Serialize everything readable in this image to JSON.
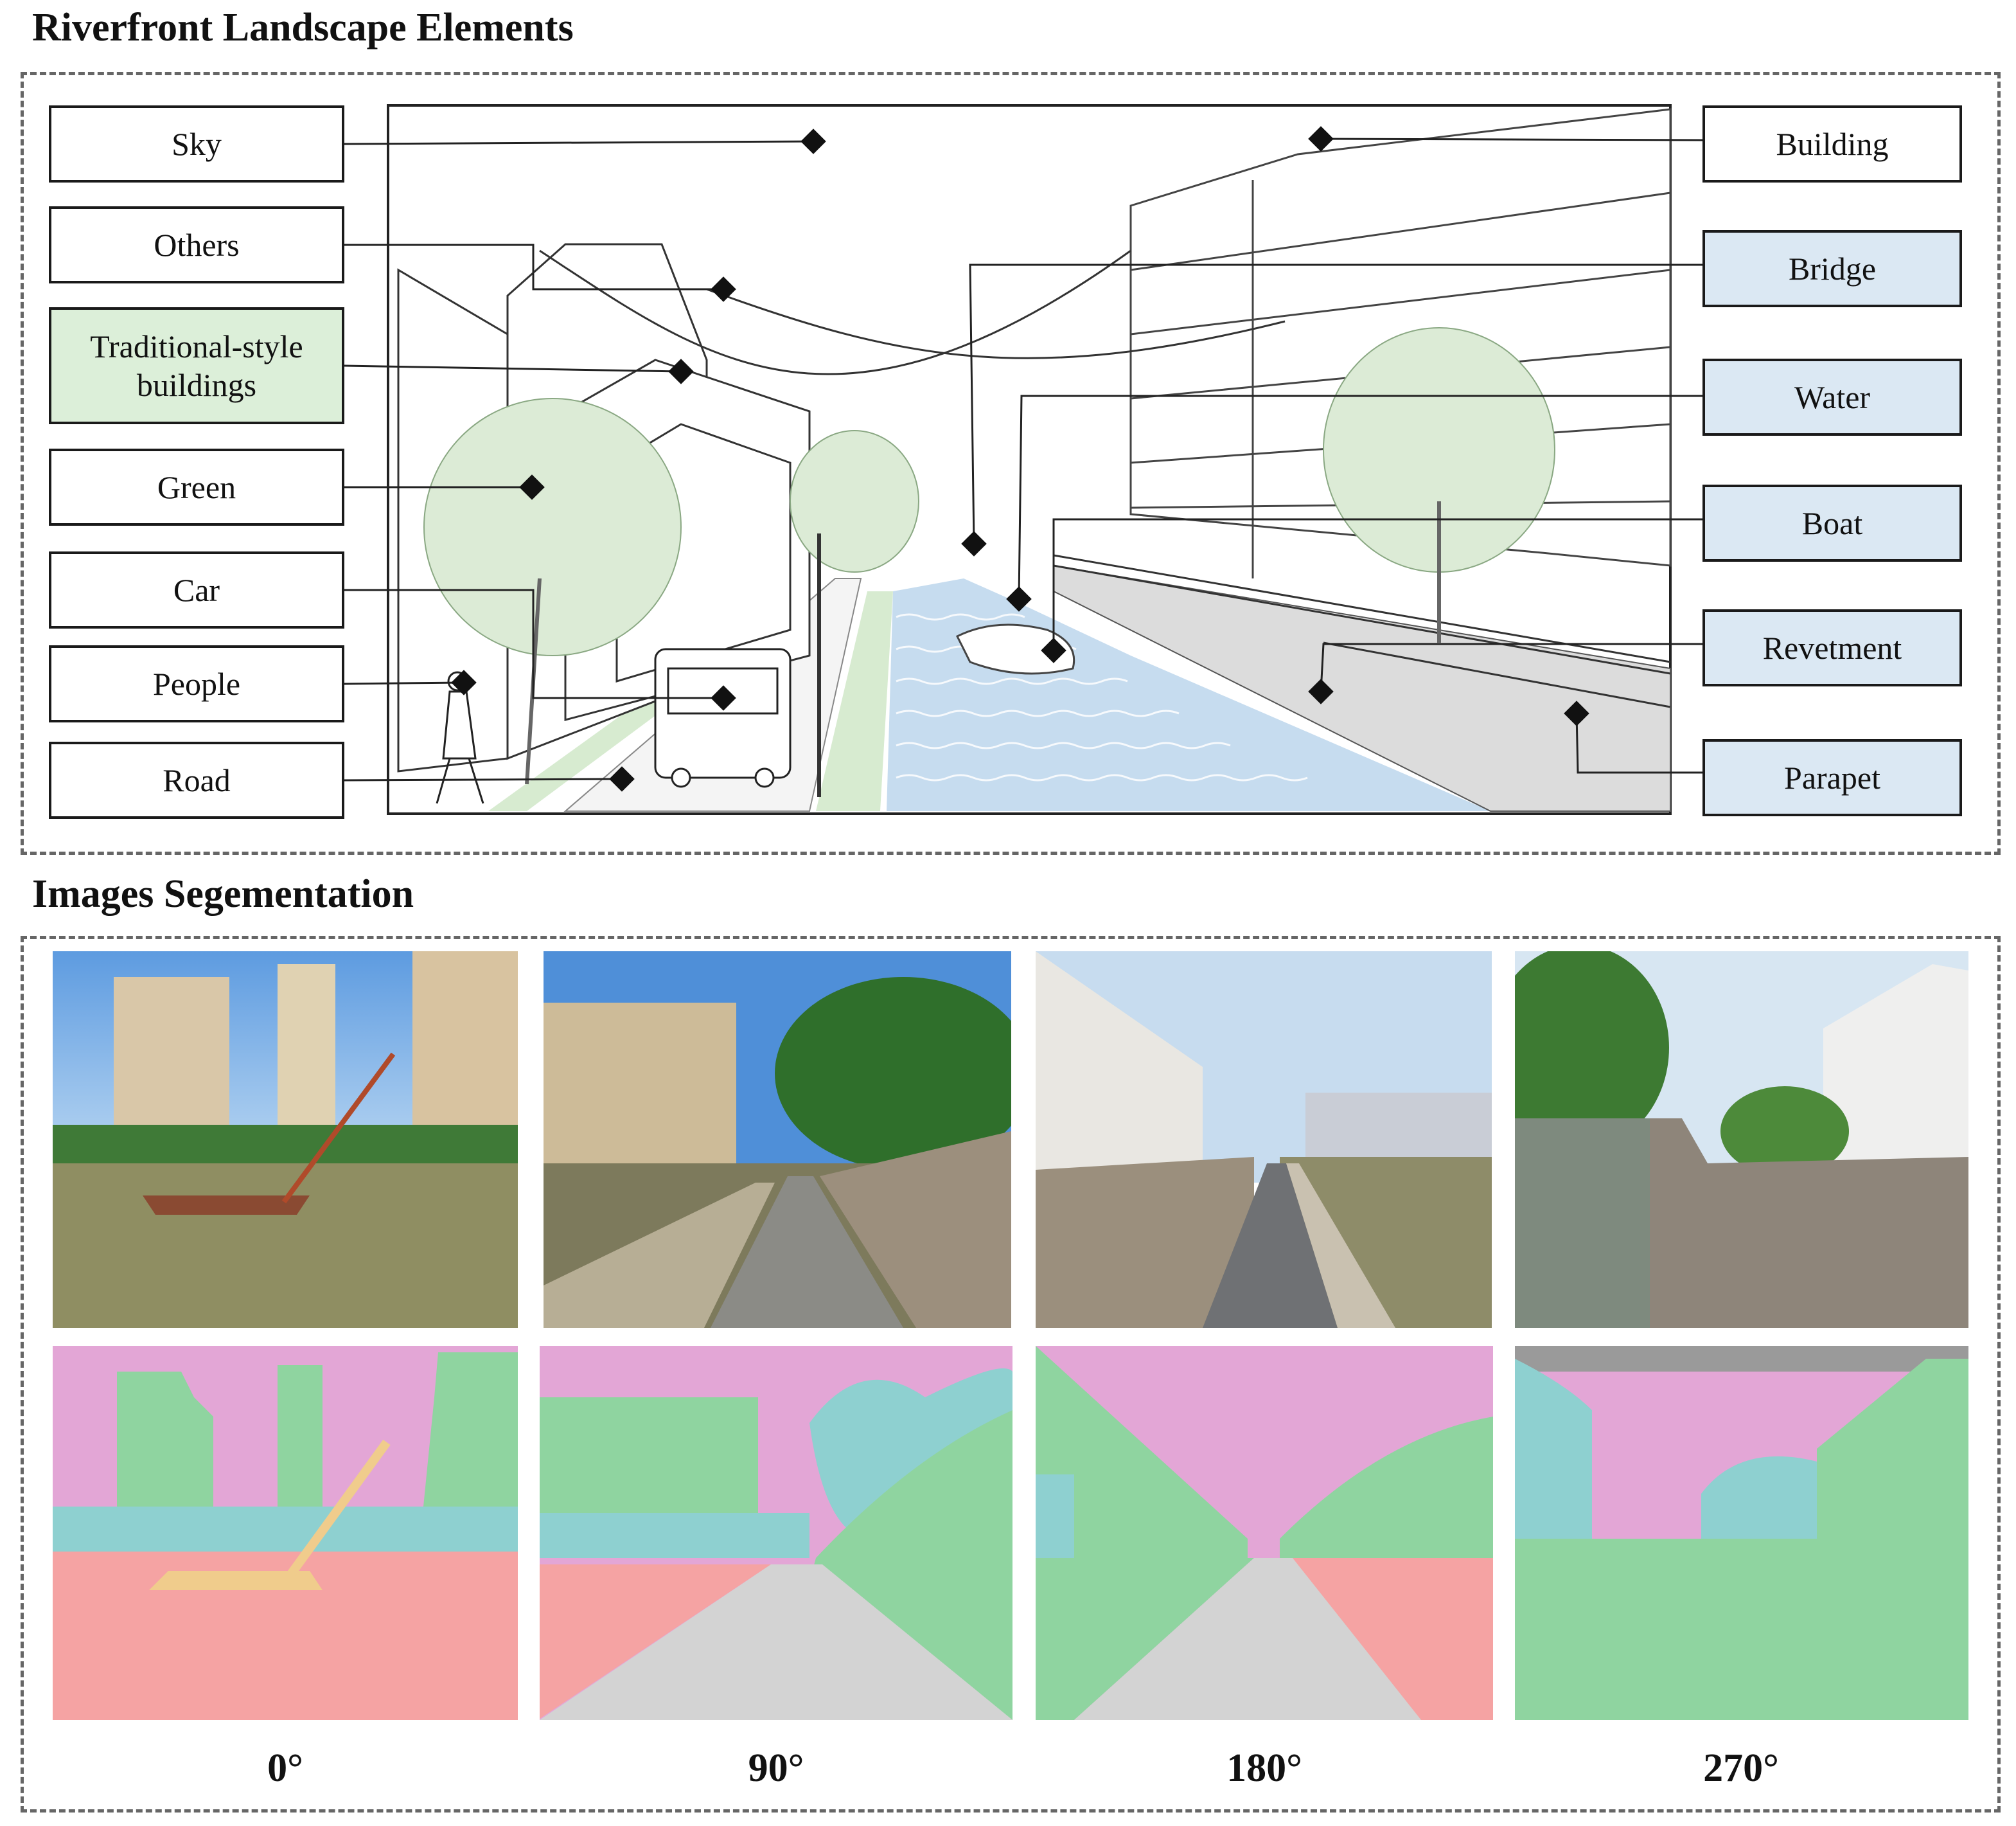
{
  "sections": {
    "landscape_title": "Riverfront Landscape Elements",
    "segmentation_title": "Images Segementation"
  },
  "labels_left": [
    {
      "text": "Sky",
      "style": "plain"
    },
    {
      "text": "Others",
      "style": "plain"
    },
    {
      "text": "Traditional-style\nbuildings",
      "style": "green"
    },
    {
      "text": "Green",
      "style": "plain"
    },
    {
      "text": "Car",
      "style": "plain"
    },
    {
      "text": "People",
      "style": "plain"
    },
    {
      "text": "Road",
      "style": "plain"
    }
  ],
  "labels_right": [
    {
      "text": "Building",
      "style": "plain"
    },
    {
      "text": "Bridge",
      "style": "blue"
    },
    {
      "text": "Water",
      "style": "blue"
    },
    {
      "text": "Boat",
      "style": "blue"
    },
    {
      "text": "Revetment",
      "style": "blue"
    },
    {
      "text": "Parapet",
      "style": "blue"
    }
  ],
  "angles": [
    "0°",
    "90°",
    "180°",
    "270°"
  ],
  "colors": {
    "label_blue": "#dbe8f3",
    "label_green": "#dcefd9",
    "seg_sky": "#e3a6d6",
    "seg_green": "#8fd4a0",
    "seg_building": "#8ed0d0",
    "seg_water": "#f5a3a3",
    "seg_road": "#d3d3d3",
    "seg_boat": "#f0cc8c",
    "seg_other": "#9a9a9a"
  }
}
